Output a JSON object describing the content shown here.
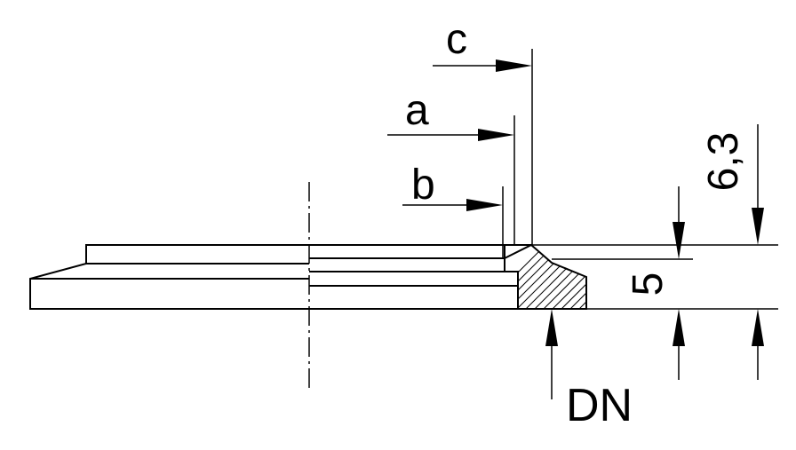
{
  "labels": {
    "c": "c",
    "a": "a",
    "b": "b",
    "thickness": "5",
    "height": "6,3",
    "nominal_diameter": "DN"
  }
}
